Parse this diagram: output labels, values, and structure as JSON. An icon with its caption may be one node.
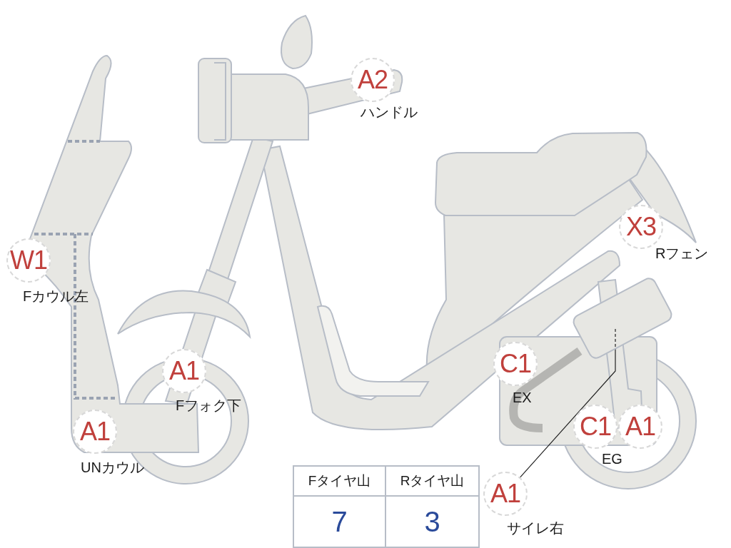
{
  "diagram": {
    "nodes": [
      {
        "text": [
          "W1"
        ],
        "beside": [
          "Fカウル左"
        ]
      },
      {
        "text": [
          "A2"
        ],
        "beside": [
          "ハンドル"
        ]
      },
      {
        "text": [
          "X3"
        ],
        "beside": [
          "Rフェン"
        ]
      },
      {
        "text": [
          "A1"
        ],
        "beside": [
          "Fフォク下"
        ]
      },
      {
        "text": [
          "C1"
        ],
        "beside": [
          "EX"
        ]
      },
      {
        "text": [
          "A1"
        ],
        "beside": [
          "UNカウル"
        ]
      },
      {
        "text": [
          "C1"
        ],
        "beside": [
          "EG"
        ]
      },
      {
        "text": [
          "A1"
        ]
      },
      {
        "text": [
          "A1"
        ],
        "beside": [
          "サイレ右"
        ]
      },
      {
        "text": [],
        "shape": "box"
      }
    ],
    "edges": [
      {
        "from": 8,
        "to": 9,
        "arrow": "none"
      }
    ],
    "labels": [
      "Fタイヤ山",
      "Rタイヤ山",
      "7",
      "3"
    ]
  }
}
